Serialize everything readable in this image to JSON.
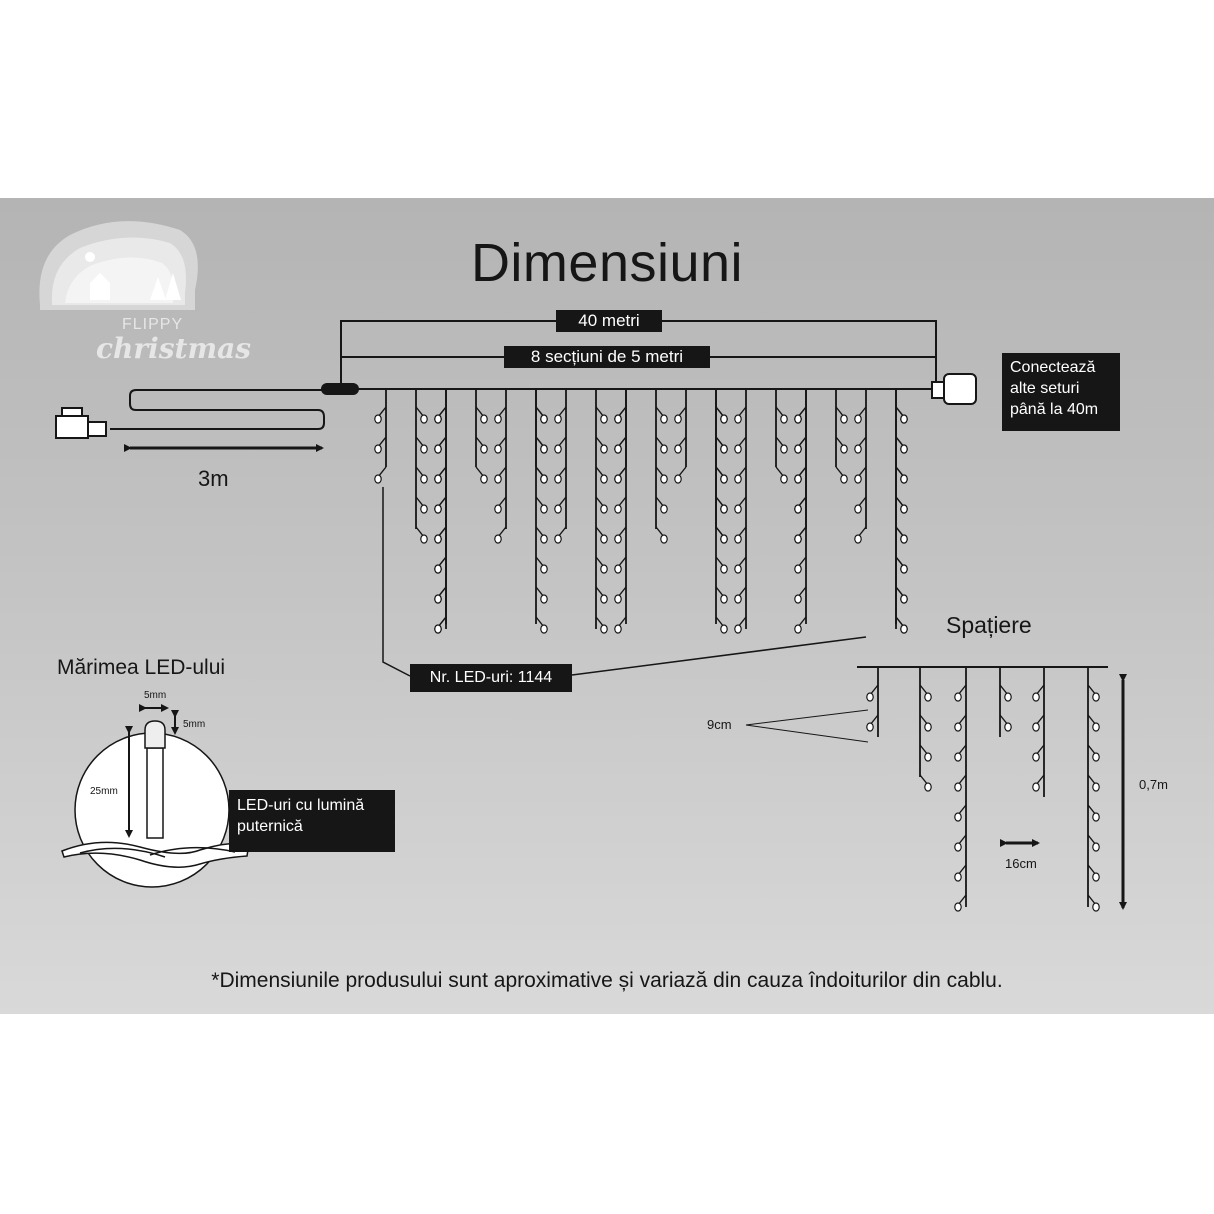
{
  "title": "Dimensiuni",
  "logo": {
    "brand": "FLIPPY",
    "script": "christmas"
  },
  "labels": {
    "total_length": "40 metri",
    "sections": "8 secțiuni de 5 metri",
    "lead_cable": "3m",
    "connect_info": [
      "Conectează",
      "alte seturi",
      "până la 40m"
    ],
    "led_count": "Nr. LED-uri: 1144",
    "spacing_title": "Spațiere",
    "drop_spacing": "9cm",
    "strand_spacing": "16cm",
    "height": "0,7m",
    "led_size_title": "Mărimea LED-ului",
    "led_width": "5mm",
    "led_head": "5mm",
    "led_height": "25mm",
    "led_type": [
      "LED-uri cu lumină",
      "puternică"
    ]
  },
  "footnote": "*Dimensiunile produsului sunt aproximative și variază din cauza îndoiturilor din cablu.",
  "colors": {
    "ink": "#161616",
    "panel_top": "#b4b4b4",
    "panel_bottom": "#d9d9d9",
    "led": "#ffffff"
  }
}
